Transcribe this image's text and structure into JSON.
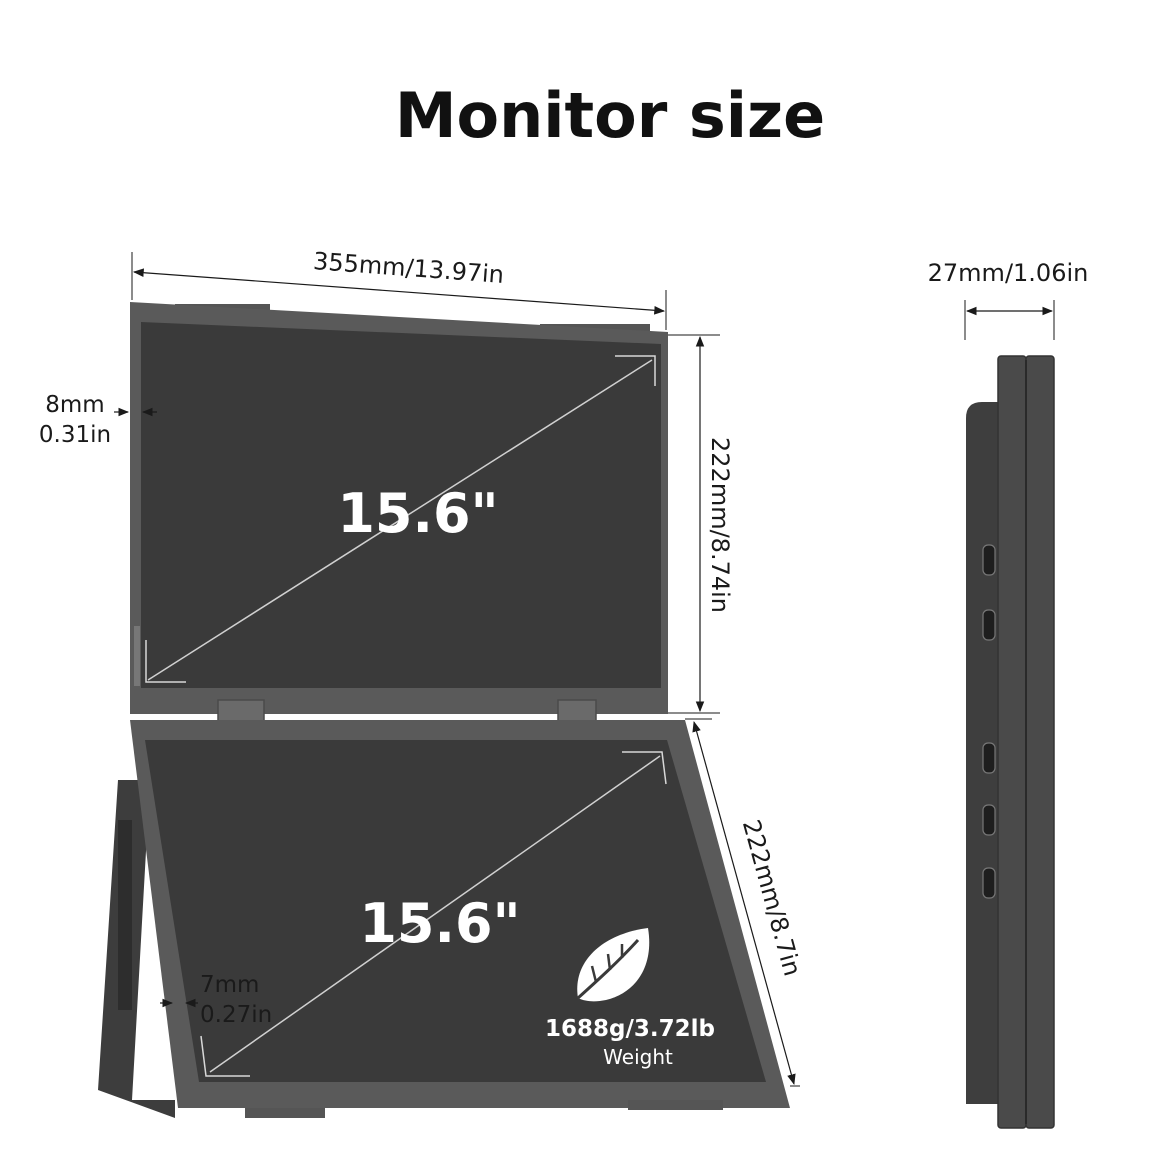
{
  "title": "Monitor size",
  "dimensions": {
    "width": "355mm/13.97in",
    "height_top": "222mm/8.74in",
    "height_bottom": "222mm/8.7in",
    "depth": "27mm/1.06in",
    "bezel_top_mm": "8mm",
    "bezel_top_in": "0.31in",
    "bezel_bottom_mm": "7mm",
    "bezel_bottom_in": "0.27in"
  },
  "screens": {
    "top_diagonal": "15.6\"",
    "bottom_diagonal": "15.6\""
  },
  "weight": {
    "value": "1688g/3.72lb",
    "label": "Weight"
  },
  "icons": {
    "weight_icon": "leaf-icon"
  },
  "colors": {
    "frame": "#5a5a5a",
    "screen": "#3a3a3a",
    "side_body": "#4a4a4a",
    "text": "#111111"
  }
}
